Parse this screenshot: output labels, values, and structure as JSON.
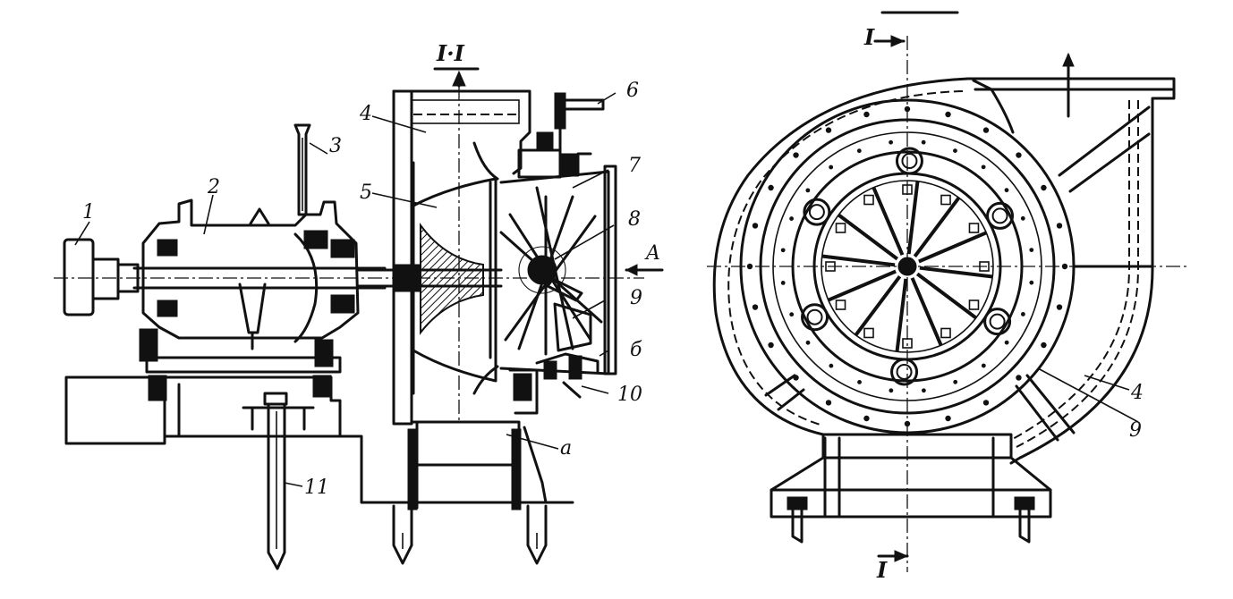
{
  "left_view": {
    "section_mark": "I·I",
    "labels": {
      "l1": "1",
      "l2": "2",
      "l3": "3",
      "l4": "4",
      "l5": "5",
      "l6": "6",
      "l7": "7",
      "l8": "8",
      "l9": "9",
      "l10": "10",
      "l11": "11",
      "la": "a",
      "lb": "б",
      "lA": "A"
    }
  },
  "right_view": {
    "section_top": "I",
    "section_bottom": "I",
    "labels": {
      "l4": "4",
      "l9": "9"
    }
  }
}
